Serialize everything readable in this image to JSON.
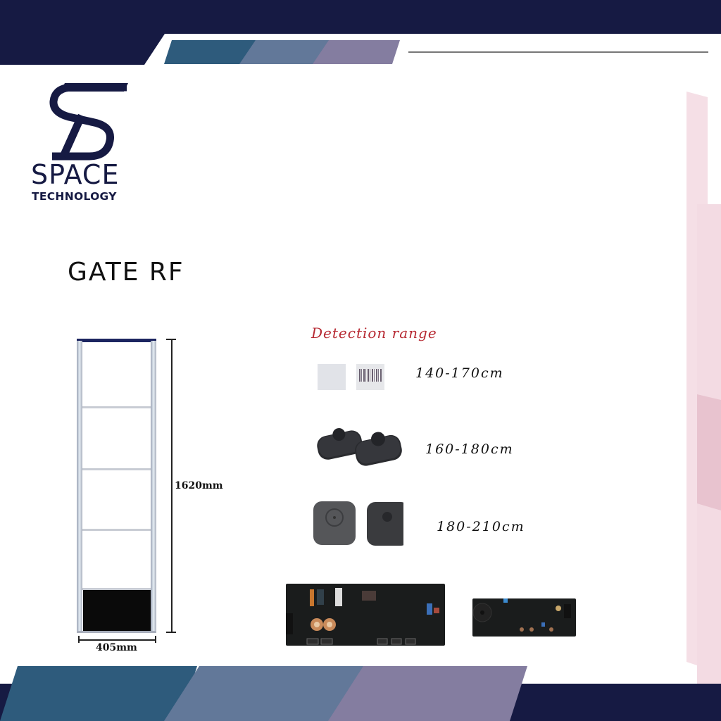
{
  "brand": {
    "name": "SPACE",
    "subtitle": "TECHNOLOGY",
    "logo_icon": "stylized-st-monogram-icon",
    "colors": {
      "navy": "#161a43",
      "teal": "#2e5b7c",
      "slate": "#627899",
      "mauve": "#847da0",
      "pink": "#f5dfe6"
    }
  },
  "product": {
    "title": "GATE RF",
    "gate": {
      "height_label": "1620mm",
      "width_label": "405mm"
    }
  },
  "detection": {
    "heading": "Detection range",
    "heading_color": "#b72a33",
    "items": [
      {
        "tag": "soft-label-and-barcode-sticker",
        "range": "140-170cm"
      },
      {
        "tag": "pencil-hard-tag",
        "range": "160-180cm"
      },
      {
        "tag": "square-hard-tag",
        "range": "180-210cm"
      }
    ]
  },
  "boards": [
    {
      "name": "main-control-board"
    },
    {
      "name": "secondary-board-with-buzzer"
    }
  ]
}
